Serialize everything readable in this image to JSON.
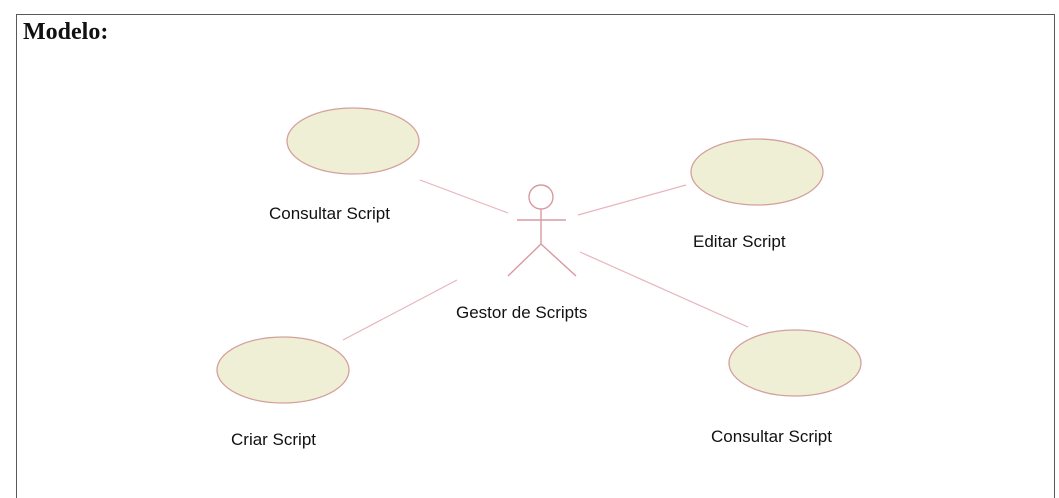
{
  "heading": "Modelo:",
  "actor": {
    "label": "Gestor de Scripts"
  },
  "use_cases": [
    {
      "label": "Consultar Script"
    },
    {
      "label": "Editar Script"
    },
    {
      "label": "Criar Script"
    },
    {
      "label": "Consultar Script"
    }
  ],
  "colors": {
    "use_case_fill": "#efefd6",
    "use_case_stroke": "#d4a09c",
    "association_line": "#e8b4bc",
    "actor_stroke": "#d89aa0",
    "frame_border": "#5a5a5a"
  }
}
